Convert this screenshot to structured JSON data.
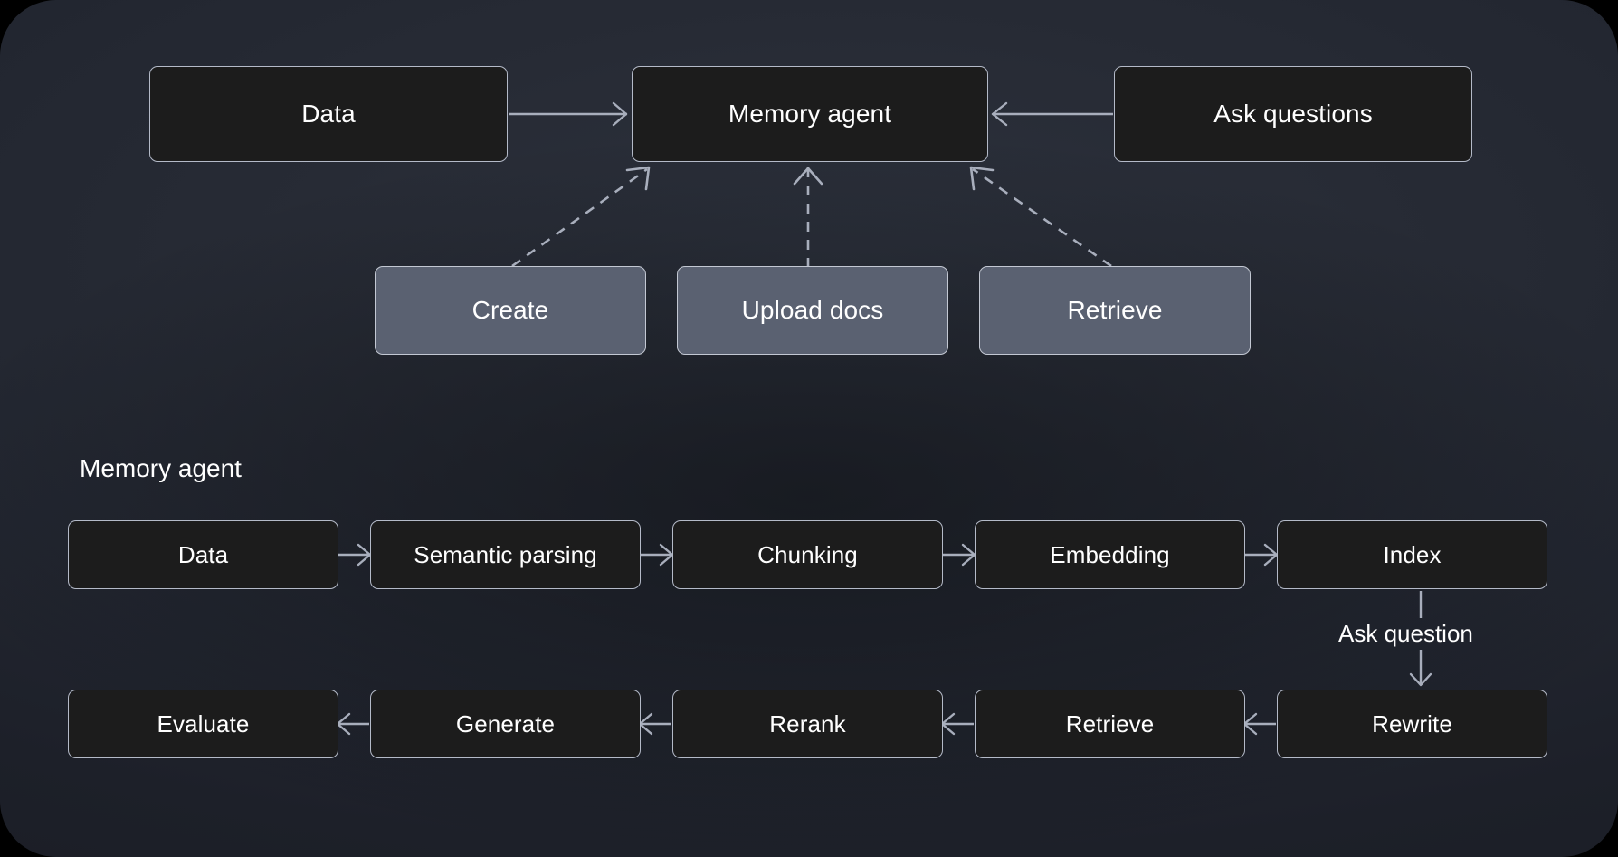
{
  "diagram": {
    "title_hidden": "",
    "colors": {
      "canvas_bg_top": "#2c313c",
      "canvas_bg_bottom": "#191c24",
      "node_fill_dark": "#1c1c1c",
      "node_fill_light": "#5a6171",
      "node_border": "#b4bac8",
      "edge_stroke": "#a8aebc",
      "text": "#ffffff",
      "outer_bg": "#000000"
    },
    "top_section": {
      "nodes": [
        {
          "id": "data",
          "label": "Data",
          "style": "dark"
        },
        {
          "id": "memory-agent",
          "label": "Memory agent",
          "style": "dark"
        },
        {
          "id": "ask-questions",
          "label": "Ask questions",
          "style": "dark"
        },
        {
          "id": "create",
          "label": "Create",
          "style": "light"
        },
        {
          "id": "upload-docs",
          "label": "Upload docs",
          "style": "light"
        },
        {
          "id": "retrieve-top",
          "label": "Retrieve",
          "style": "light"
        }
      ],
      "edges": [
        {
          "from": "data",
          "to": "memory-agent",
          "style": "solid",
          "direction": "right"
        },
        {
          "from": "ask-questions",
          "to": "memory-agent",
          "style": "solid",
          "direction": "left"
        },
        {
          "from": "create",
          "to": "memory-agent",
          "style": "dashed",
          "direction": "up-right"
        },
        {
          "from": "upload-docs",
          "to": "memory-agent",
          "style": "dashed",
          "direction": "up"
        },
        {
          "from": "retrieve-top",
          "to": "memory-agent",
          "style": "dashed",
          "direction": "up-left"
        }
      ]
    },
    "bottom_section": {
      "section_label": "Memory agent",
      "row1": [
        {
          "id": "data2",
          "label": "Data"
        },
        {
          "id": "semantic-parsing",
          "label": "Semantic parsing"
        },
        {
          "id": "chunking",
          "label": "Chunking"
        },
        {
          "id": "embedding",
          "label": "Embedding"
        },
        {
          "id": "index",
          "label": "Index"
        }
      ],
      "row2": [
        {
          "id": "evaluate",
          "label": "Evaluate"
        },
        {
          "id": "generate",
          "label": "Generate"
        },
        {
          "id": "rerank",
          "label": "Rerank"
        },
        {
          "id": "retrieve-bottom",
          "label": "Retrieve"
        },
        {
          "id": "rewrite",
          "label": "Rewrite"
        }
      ],
      "connector_label": "Ask question",
      "row1_flow": "left-to-right",
      "row2_flow": "right-to-left"
    }
  }
}
